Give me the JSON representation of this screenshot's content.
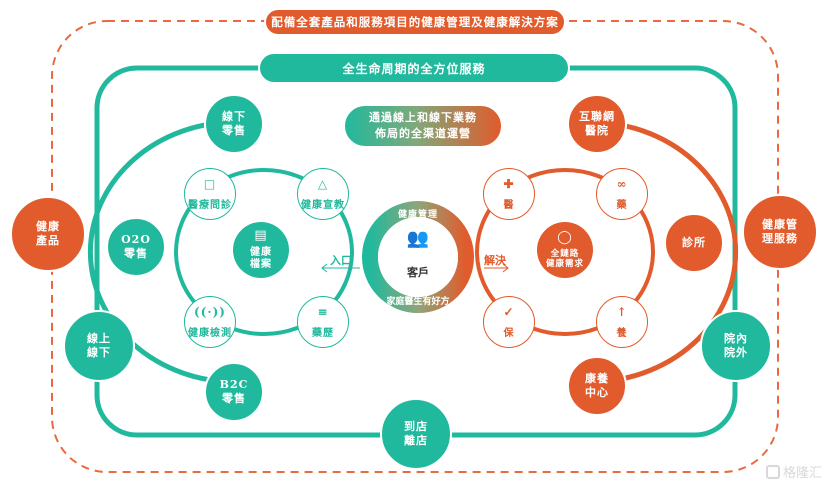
{
  "colors": {
    "teal": "#21b99d",
    "orange": "#e15b2c",
    "dashed": "#e86a3e"
  },
  "banner_top": "配備全套產品和服務項目的健康管理及健康解決方案",
  "banner_second": "全生命周期的全方位服務",
  "banner_middle": {
    "line1": "通過線上和線下業務",
    "line2": "佈局的全渠道運營"
  },
  "outer_nodes": {
    "health_products": {
      "line1": "健康",
      "line2": "產品"
    },
    "health_mgmt_services": {
      "line1": "健康管",
      "line2": "理服務"
    }
  },
  "frame_nodes": {
    "online_offline": {
      "line1": "線上",
      "line2": "線下"
    },
    "in_out_hospital": {
      "line1": "院內",
      "line2": "院外"
    },
    "in_out_store": {
      "line1": "到店",
      "line2": "離店"
    }
  },
  "channel_nodes": {
    "offline_retail": {
      "line1": "線下",
      "line2": "零售"
    },
    "o2o_retail": {
      "line1": "O2O",
      "line2": "零售"
    },
    "b2c_retail": {
      "line1": "B2C",
      "line2": "零售"
    },
    "internet_hospital": {
      "line1": "互聯網",
      "line2": "醫院"
    },
    "clinic": {
      "line1": "診所",
      "line2": ""
    },
    "rehab_center": {
      "line1": "康養",
      "line2": "中心"
    }
  },
  "left_cluster": {
    "center": {
      "line1": "健康",
      "line2": "檔案",
      "icon": "document-icon"
    },
    "items": [
      {
        "label": "醫療問診",
        "icon": "chat-bubble-icon"
      },
      {
        "label": "健康宣教",
        "icon": "graduation-cap-icon"
      },
      {
        "label": "健康檢測",
        "icon": "signal-wave-icon"
      },
      {
        "label": "藥歷",
        "icon": "list-document-icon"
      }
    ],
    "arrow_label": "入口"
  },
  "right_cluster": {
    "center": {
      "line1": "全鏈路",
      "line2": "健康需求",
      "icon": "ring-icon"
    },
    "items": [
      {
        "label": "醫",
        "icon": "cross-icon"
      },
      {
        "label": "藥",
        "icon": "pills-icon"
      },
      {
        "label": "保",
        "icon": "shield-check-icon"
      },
      {
        "label": "養",
        "icon": "tree-icon"
      }
    ],
    "arrow_label": "解決"
  },
  "center_ring": {
    "top_text": "健康管理",
    "bottom_text": "家庭醫生有好方",
    "label": "客戶",
    "icon": "people-icon"
  },
  "watermark": "格隆汇"
}
